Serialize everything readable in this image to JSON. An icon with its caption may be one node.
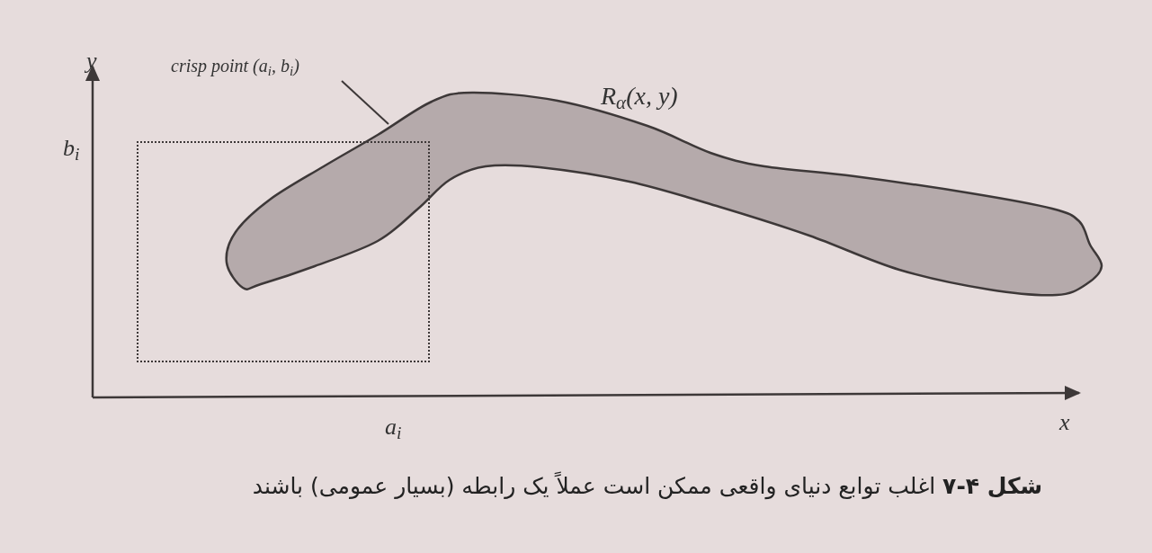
{
  "diagram": {
    "caption": "**شکل ۴-۷** اغلب توابع دنیای واقعی ممکن است عملاً یک رابطه (بسیار عمومی) باشند",
    "nodes": [
      {
        "text": [
          "crisp point (a$_{i}$, b$_{i}$)"
        ]
      },
      {
        "text": [],
        "shape": "blob",
        "beside": [
          "R$_{α}$(x, y)"
        ]
      },
      {
        "text": [],
        "shape": "box"
      }
    ],
    "edges": [
      {
        "from": 0,
        "to": 1,
        "arrow": "none"
      }
    ],
    "labels": [
      "y",
      "b$_{i}$",
      "a$_{i}$",
      "x"
    ]
  }
}
